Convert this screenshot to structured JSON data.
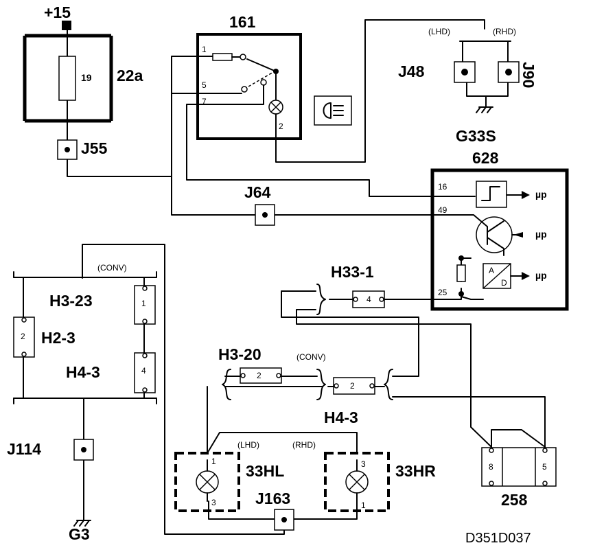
{
  "supply": {
    "label": "+15"
  },
  "fuse_block": {
    "fuse_number": "19",
    "label": "22a"
  },
  "j55": {
    "label": "J55"
  },
  "relay_161": {
    "label": "161",
    "pins": [
      "1",
      "5",
      "7",
      "2"
    ]
  },
  "j48_j90": {
    "lhd": "(LHD)",
    "rhd": "(RHD)",
    "j48": "J48",
    "j90": "J90",
    "ground": "G33S"
  },
  "module_628": {
    "label": "628",
    "pins": [
      "16",
      "49",
      "25"
    ],
    "outputs": [
      "µp",
      "µp",
      "µp"
    ],
    "adc": [
      "A",
      "D"
    ]
  },
  "j64": {
    "label": "J64"
  },
  "h33_1": {
    "label": "H33-1",
    "pin": "4"
  },
  "conv_top": {
    "label": "(CONV)"
  },
  "h3_23": {
    "label": "H3-23",
    "pin": "1"
  },
  "h2_3": {
    "label": "H2-3",
    "pin": "2"
  },
  "h4_3_left": {
    "label": "H4-3",
    "pin": "4"
  },
  "h3_20": {
    "label": "H3-20",
    "conv": "(CONV)",
    "pin": "2"
  },
  "h4_3_right": {
    "label": "H4-3",
    "pin": "2"
  },
  "j114": {
    "label": "J114"
  },
  "g3": {
    "label": "G3"
  },
  "lamps": {
    "lhd": "(LHD)",
    "rhd": "(RHD)",
    "left_label": "33HL",
    "right_label": "33HR",
    "left_pins": [
      "1",
      "3"
    ],
    "right_pins": [
      "3",
      "1"
    ]
  },
  "j163": {
    "label": "J163"
  },
  "conn_258": {
    "label": "258",
    "pins": [
      "8",
      "5"
    ]
  },
  "reference": {
    "code": "D351D037"
  }
}
